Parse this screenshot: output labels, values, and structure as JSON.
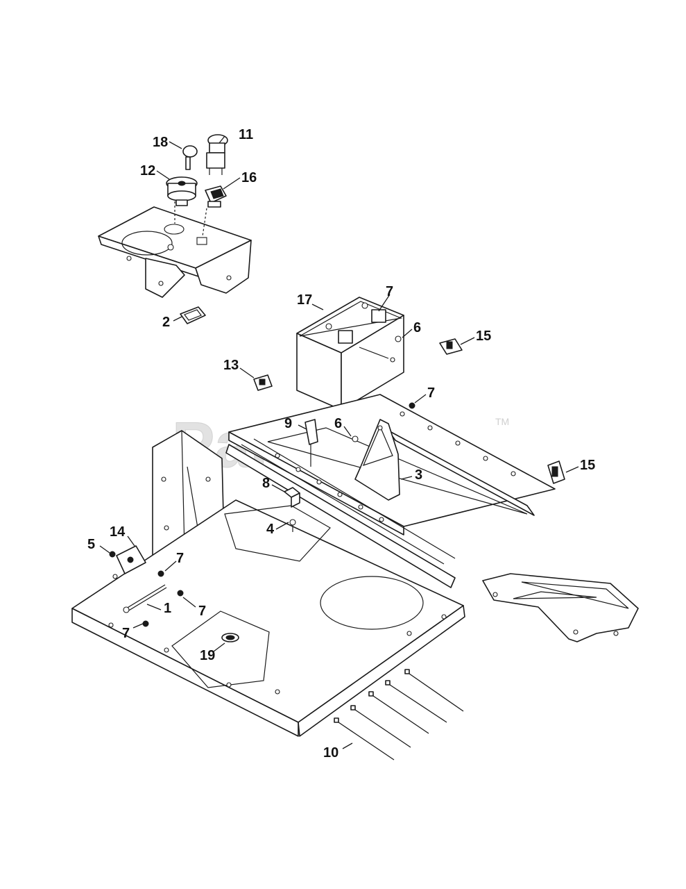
{
  "watermark": {
    "text": "PartsTree",
    "trademark": "TM"
  },
  "callouts": [
    {
      "id": "18",
      "label": "18"
    },
    {
      "id": "11",
      "label": "11"
    },
    {
      "id": "12",
      "label": "12"
    },
    {
      "id": "16",
      "label": "16"
    },
    {
      "id": "2",
      "label": "2"
    },
    {
      "id": "17",
      "label": "17"
    },
    {
      "id": "7a",
      "label": "7"
    },
    {
      "id": "6a",
      "label": "6"
    },
    {
      "id": "15a",
      "label": "15"
    },
    {
      "id": "13",
      "label": "13"
    },
    {
      "id": "7b",
      "label": "7"
    },
    {
      "id": "9",
      "label": "9"
    },
    {
      "id": "6b",
      "label": "6"
    },
    {
      "id": "15b",
      "label": "15"
    },
    {
      "id": "8",
      "label": "8"
    },
    {
      "id": "3",
      "label": "3"
    },
    {
      "id": "4",
      "label": "4"
    },
    {
      "id": "14",
      "label": "14"
    },
    {
      "id": "5",
      "label": "5"
    },
    {
      "id": "7c",
      "label": "7"
    },
    {
      "id": "7d",
      "label": "7"
    },
    {
      "id": "1",
      "label": "1"
    },
    {
      "id": "7e",
      "label": "7"
    },
    {
      "id": "19",
      "label": "19"
    },
    {
      "id": "10",
      "label": "10"
    }
  ]
}
